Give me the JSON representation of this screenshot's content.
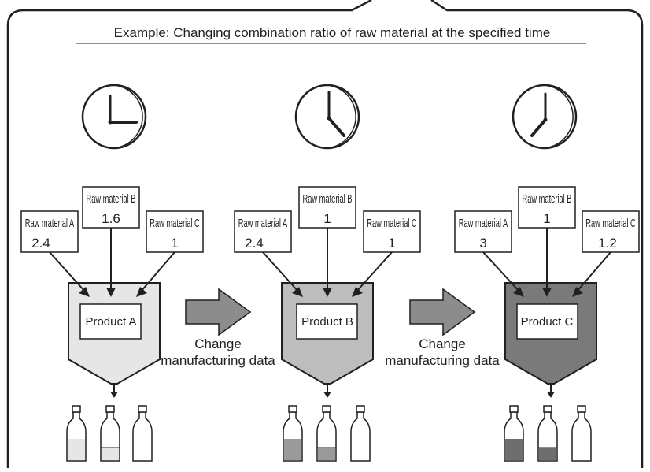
{
  "caption": "Example: Changing combination ratio of raw material at the specified time",
  "panels": [
    {
      "product_label": "Product A",
      "fill_color": "#e6e6e6",
      "clock": {
        "hour": 3,
        "minute": 0
      },
      "materials": [
        {
          "name": "Raw material A",
          "value": "2.4"
        },
        {
          "name": "Raw material B",
          "value": "1.6"
        },
        {
          "name": "Raw material C",
          "value": "1"
        }
      ]
    },
    {
      "product_label": "Product B",
      "fill_color": "#bdbdbd",
      "clock": {
        "hour": 4,
        "minute": 0
      },
      "materials": [
        {
          "name": "Raw material A",
          "value": "2.4"
        },
        {
          "name": "Raw material B",
          "value": "1"
        },
        {
          "name": "Raw material C",
          "value": "1"
        }
      ]
    },
    {
      "product_label": "Product C",
      "fill_color": "#7a7a7a",
      "clock": {
        "hour": 7,
        "minute": 0
      },
      "materials": [
        {
          "name": "Raw material A",
          "value": "3"
        },
        {
          "name": "Raw material B",
          "value": "1"
        },
        {
          "name": "Raw material C",
          "value": "1.2"
        }
      ]
    }
  ],
  "transitions": [
    {
      "line1": "Change",
      "line2": "manufacturing data"
    },
    {
      "line1": "Change",
      "line2": "manufacturing data"
    }
  ],
  "colors": {
    "stroke": "#231f20",
    "arrow_fill": "#8c8c8c",
    "bottle_fill": "#9a9a9a"
  }
}
